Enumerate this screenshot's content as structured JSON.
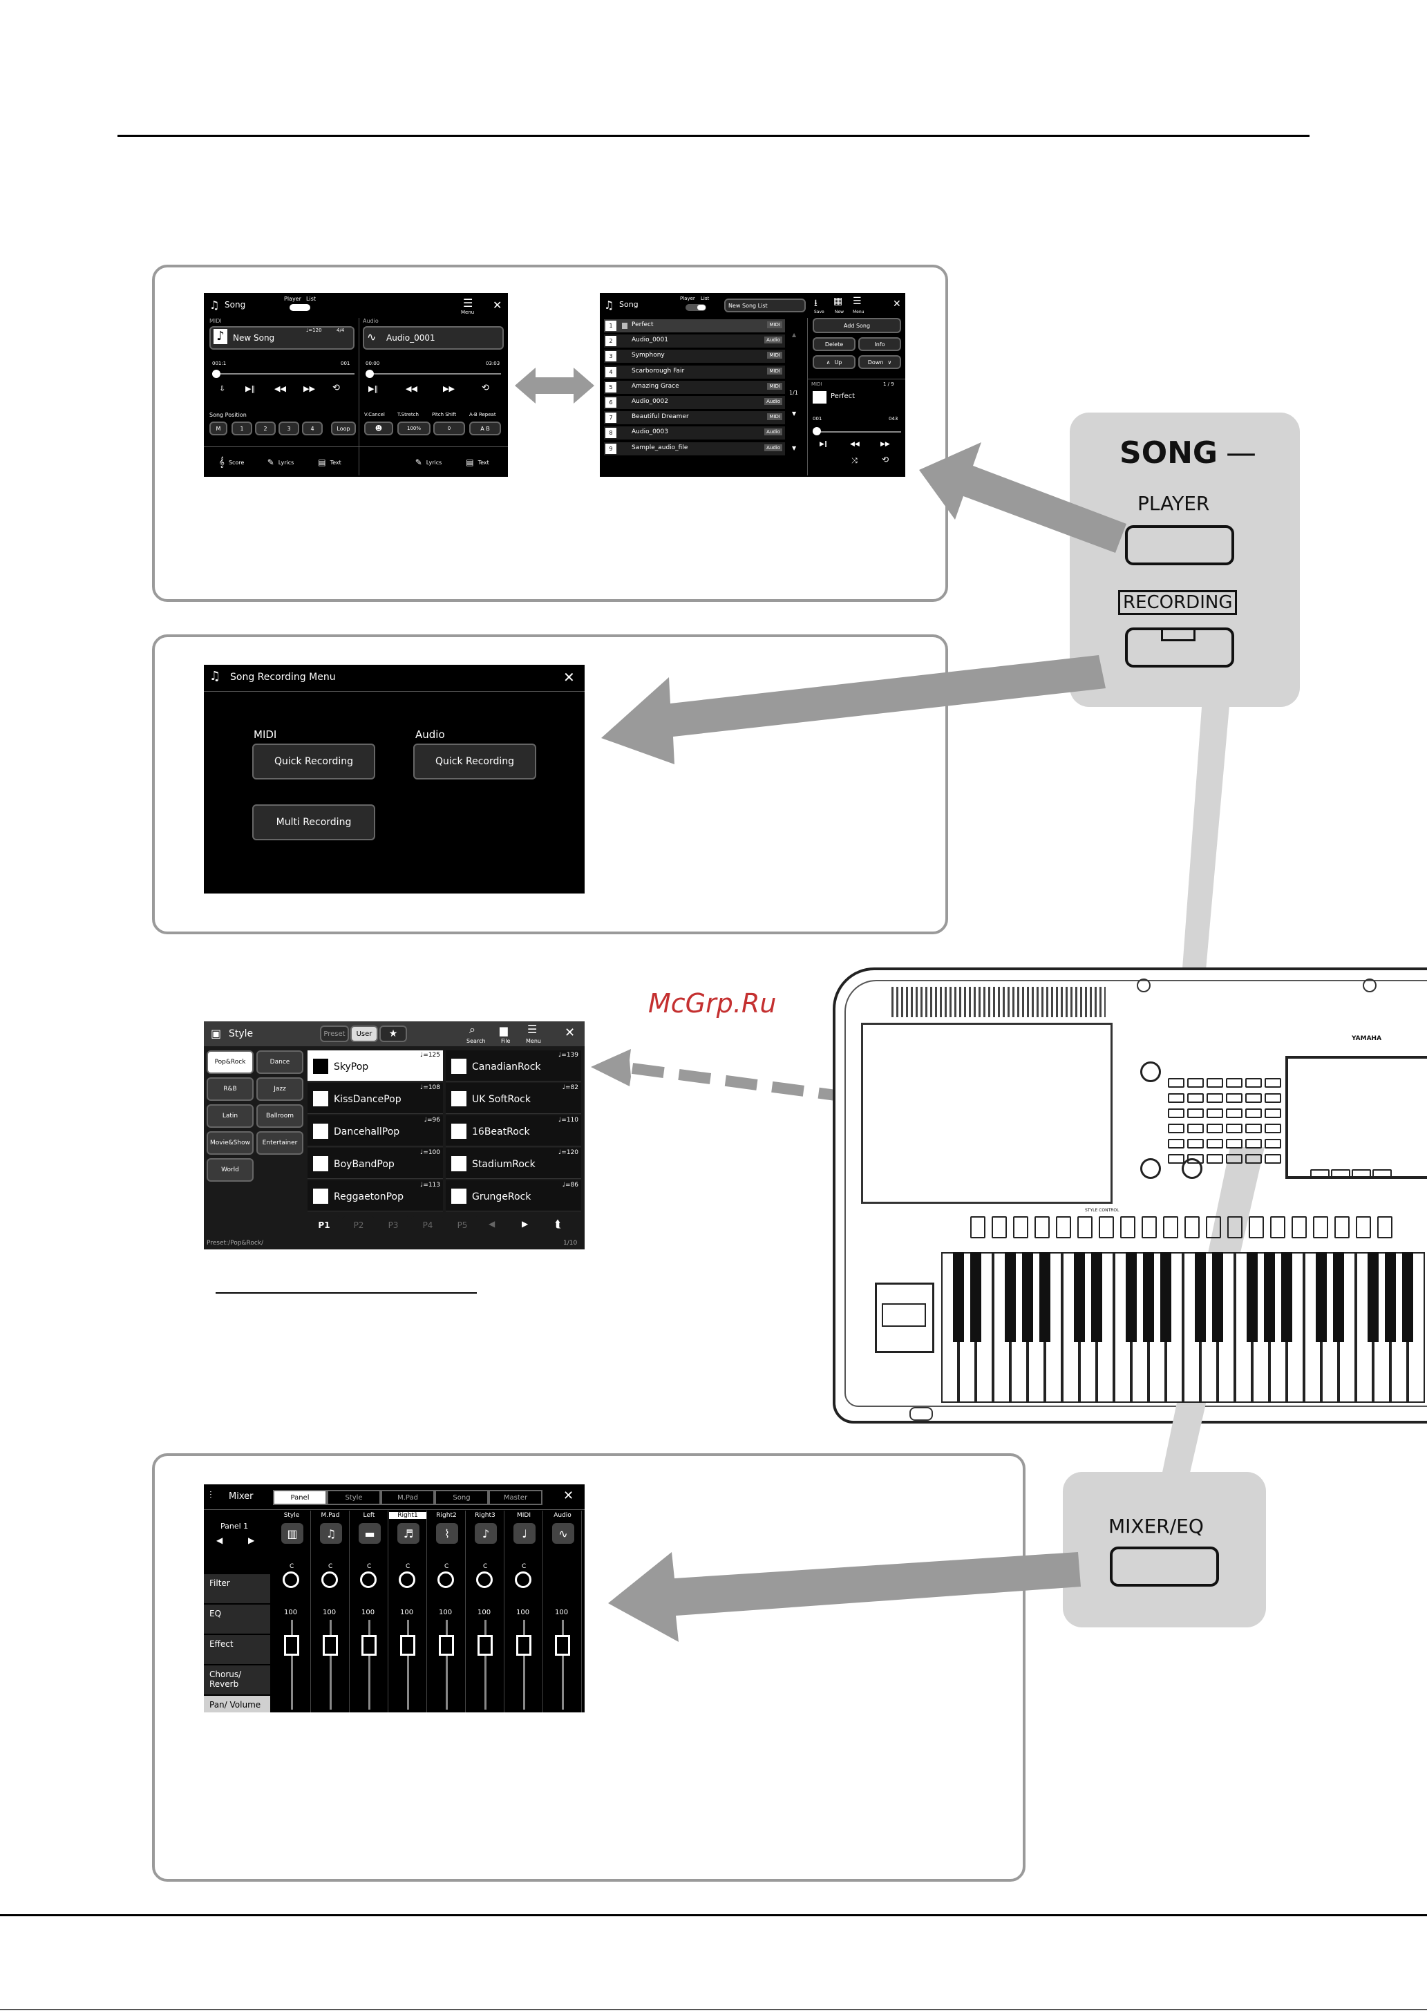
{
  "watermark": "McGrp.Ru",
  "song_player": {
    "title": "Song",
    "toggle_player": "Player",
    "toggle_list": "List",
    "menu": "Menu",
    "midi_label": "MIDI",
    "audio_label": "Audio",
    "midi_song": "New Song",
    "midi_tempo": "♩=120",
    "midi_sig": "4/4",
    "audio_song": "Audio_0001",
    "midi_pos_left": "001:1",
    "midi_pos_right": "001",
    "audio_pos_left": "00:00",
    "audio_pos_right": "03:03",
    "song_position_label": "Song Position",
    "pos_buttons": [
      "M",
      "1",
      "2",
      "3",
      "4",
      "Loop"
    ],
    "vcancel": "V.Cancel",
    "tstretch": "T.Stretch",
    "pitchshift": "Pitch Shift",
    "ab_repeat": "A-B Repeat",
    "tstretch_val": "100%",
    "pitch_val": "0",
    "ab_val": "A B",
    "score": "Score",
    "lyrics": "Lyrics",
    "text": "Text"
  },
  "song_list": {
    "title": "Song",
    "toggle_player": "Player",
    "toggle_list": "List",
    "list_name": "New Song List",
    "save": "Save",
    "new": "New",
    "menu": "Menu",
    "items": [
      {
        "n": "1",
        "name": "Perfect",
        "type": "MIDI"
      },
      {
        "n": "2",
        "name": "Audio_0001",
        "type": "Audio"
      },
      {
        "n": "3",
        "name": "Symphony",
        "type": "MIDI"
      },
      {
        "n": "4",
        "name": "Scarborough Fair",
        "type": "MIDI"
      },
      {
        "n": "5",
        "name": "Amazing Grace",
        "type": "MIDI"
      },
      {
        "n": "6",
        "name": "Audio_0002",
        "type": "Audio"
      },
      {
        "n": "7",
        "name": "Beautiful Dreamer",
        "type": "MIDI"
      },
      {
        "n": "8",
        "name": "Audio_0003",
        "type": "Audio"
      },
      {
        "n": "9",
        "name": "Sample_audio_file",
        "type": "Audio"
      }
    ],
    "page": "1/1",
    "add_song": "Add Song",
    "delete": "Delete",
    "info": "Info",
    "up": "Up",
    "down": "Down",
    "midi_label": "MIDI",
    "count": "1 / 9",
    "current": "Perfect",
    "pos_left": "001",
    "pos_right": "043"
  },
  "song_panel": {
    "title": "SONG",
    "dash": "—",
    "player": "PLAYER",
    "recording": "RECORDING"
  },
  "recording_menu": {
    "title": "Song Recording Menu",
    "midi": "MIDI",
    "audio": "Audio",
    "midi_quick": "Quick Recording",
    "audio_quick": "Quick Recording",
    "multi": "Multi Recording"
  },
  "style_screen": {
    "title": "Style",
    "tab_preset": "Preset",
    "tab_user": "User",
    "search": "Search",
    "file": "File",
    "menu": "Menu",
    "categories": [
      "Pop&Rock",
      "Dance",
      "R&B",
      "Jazz",
      "Latin",
      "Ballroom",
      "Movie&Show",
      "Entertainer",
      "World"
    ],
    "styles": [
      {
        "name": "SkyPop",
        "tempo": "♩=125"
      },
      {
        "name": "CanadianRock",
        "tempo": "♩=139"
      },
      {
        "name": "KissDancePop",
        "tempo": "♩=108"
      },
      {
        "name": "UK SoftRock",
        "tempo": "♩=82"
      },
      {
        "name": "DancehallPop",
        "tempo": "♩=96"
      },
      {
        "name": "16BeatRock",
        "tempo": "♩=110"
      },
      {
        "name": "BoyBandPop",
        "tempo": "♩=100"
      },
      {
        "name": "StadiumRock",
        "tempo": "♩=120"
      },
      {
        "name": "ReggaetonPop",
        "tempo": "♩=113"
      },
      {
        "name": "GrungeRock",
        "tempo": "♩=86"
      }
    ],
    "pages": [
      "P1",
      "P2",
      "P3",
      "P4",
      "P5"
    ],
    "path": "Preset:/Pop&Rock/",
    "count": "1/10"
  },
  "mixer_screen": {
    "title": "Mixer",
    "tabs": [
      "Panel",
      "Style",
      "M.Pad",
      "Song",
      "Master"
    ],
    "panel_label": "Panel 1",
    "channels": [
      "Style",
      "M.Pad",
      "Left",
      "Right1",
      "Right2",
      "Right3",
      "MIDI",
      "Audio"
    ],
    "side_items": [
      "Filter",
      "EQ",
      "Effect",
      "Chorus/ Reverb",
      "Pan/ Volume"
    ],
    "pan_value": "C",
    "volume_value": "100"
  },
  "mixer_panel": {
    "label": "MIXER/EQ"
  },
  "instrument": {
    "brand": "YAMAHA",
    "style_control": "STYLE CONTROL"
  }
}
